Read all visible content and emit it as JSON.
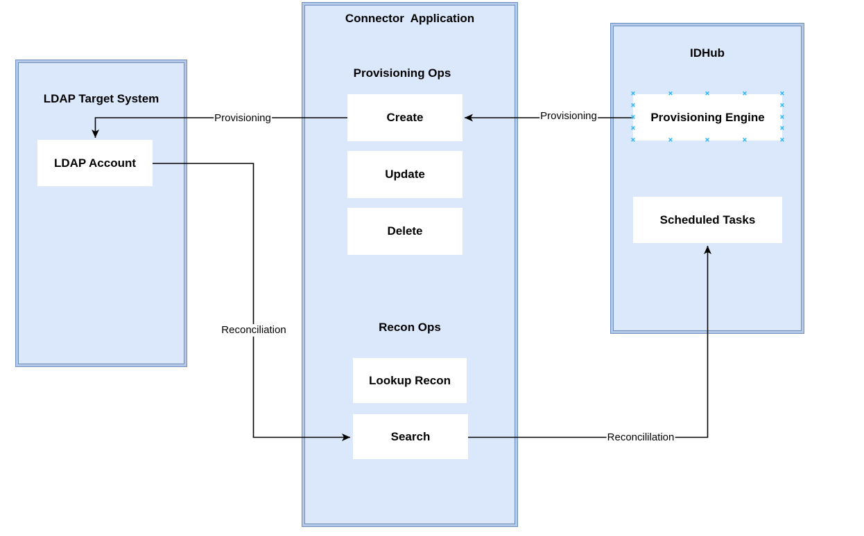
{
  "diagram": {
    "containers": {
      "ldap": {
        "title": "LDAP Target System"
      },
      "connector": {
        "title": "Connector  Application"
      },
      "idhub": {
        "title": "IDHub"
      }
    },
    "sections": {
      "provisioning_ops": "Provisioning Ops",
      "recon_ops": "Recon Ops"
    },
    "nodes": {
      "ldap_account": "LDAP Account",
      "create": "Create",
      "update": "Update",
      "delete": "Delete",
      "lookup_recon": "Lookup Recon",
      "search": "Search",
      "provisioning_engine": "Provisioning Engine",
      "scheduled_tasks": "Scheduled Tasks"
    },
    "edges": {
      "provisioning_engine_to_create": "Provisioning",
      "create_to_ldap": "Provisioning",
      "ldap_account_to_search": "Reconciliation",
      "search_to_scheduled_tasks": "Reconcililation"
    },
    "icons": {
      "connection_point": "×"
    },
    "colors": {
      "container_fill": "#dbe8fc",
      "container_border": "#6c8ebf",
      "border_gap": "#b4c9e8",
      "node_fill": "#ffffff",
      "edge": "#000000",
      "connection_point": "#29b6f2",
      "text": "#000000"
    }
  }
}
